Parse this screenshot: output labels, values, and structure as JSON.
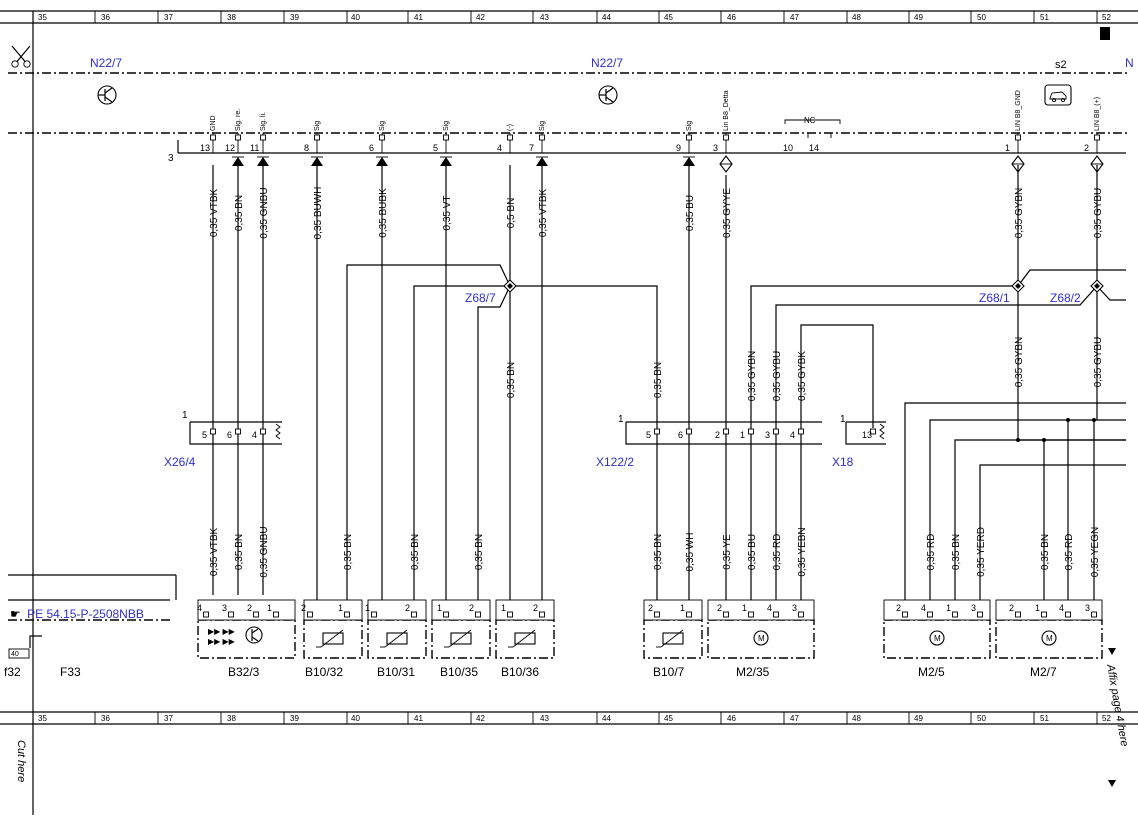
{
  "grid": {
    "columns": [
      "35",
      "36",
      "37",
      "38",
      "39",
      "40",
      "41",
      "42",
      "43",
      "44",
      "45",
      "46",
      "47",
      "48",
      "49",
      "50",
      "51",
      "52"
    ]
  },
  "sheet": {
    "cut_label": "Cut here",
    "affix_label": "Affix page 4 here",
    "reference": "PE 54.15-P-2508NBB",
    "f33_label": "F33",
    "f32_label": "f32",
    "f32_pin": "40",
    "s2_label": "s2"
  },
  "modules": {
    "left": "N22/7",
    "center": "N22/7",
    "right_partial": "N",
    "connector_number": "3"
  },
  "n22_pins": [
    {
      "num": "13",
      "sig": "GND"
    },
    {
      "num": "12",
      "sig": "Sig. re."
    },
    {
      "num": "11",
      "sig": "Sig. li."
    },
    {
      "num": "8",
      "sig": "Sig"
    },
    {
      "num": "6",
      "sig": "Sig"
    },
    {
      "num": "5",
      "sig": "Sig"
    },
    {
      "num": "4",
      "sig": "(-)"
    },
    {
      "num": "7",
      "sig": "Sig"
    },
    {
      "num": "9",
      "sig": "Sig"
    },
    {
      "num": "3",
      "sig": "Lin B8_Detta"
    },
    {
      "num": "10",
      "sig": ""
    },
    {
      "num": "14",
      "sig": ""
    },
    {
      "num": "1",
      "sig": "LIN B8_GND"
    },
    {
      "num": "2",
      "sig": "LIN B8_(+)"
    }
  ],
  "nc_label": "NC",
  "wires_top": [
    "0,35 VTBK",
    "0,35 BN",
    "0,35 GNBU",
    "0,35 BUWH",
    "0,35 BUBK",
    "0,35 VT",
    "0,5 BN",
    "0,35 VTBK",
    "0,35 BU",
    "0,35 GYYE",
    "0,35 GYBN",
    "0,35 GYBU"
  ],
  "splices": [
    "Z68/7",
    "Z68/1",
    "Z68/2"
  ],
  "wires_mid": [
    "0,35 BN",
    "0,35 BN",
    "0,35 GYBN",
    "0,35 GYBU",
    "0,35 GYBK",
    "0,35 GYBN",
    "0,35 GYBU"
  ],
  "connectors": [
    {
      "name": "X26/4",
      "id": "1",
      "pins": [
        "5",
        "6",
        "4"
      ]
    },
    {
      "name": "X122/2",
      "id": "1",
      "pins": [
        "5",
        "6",
        "2",
        "1",
        "3",
        "4"
      ]
    },
    {
      "name": "X18",
      "id": "1",
      "pins": [
        "13"
      ]
    }
  ],
  "wires_bottom": [
    "0,35 VTBK",
    "0,35 BN",
    "0,35 GNBU",
    "0,35 BN",
    "0,35 BN",
    "0,35 BN",
    "0,35 BN",
    "0,35 WH",
    "0,35 YE",
    "0,35 BU",
    "0,35 RD",
    "0,35 YEBN",
    "0,35 RD",
    "0,35 BN",
    "0,35 YERD",
    "0,35 BN",
    "0,35 RD",
    "0,35 YEGN"
  ],
  "components": [
    {
      "name": "B32/3",
      "pins": [
        "4",
        "3",
        "2",
        "1"
      ]
    },
    {
      "name": "B10/32",
      "pins": [
        "2",
        "1"
      ]
    },
    {
      "name": "B10/31",
      "pins": [
        "1",
        "2"
      ]
    },
    {
      "name": "B10/35",
      "pins": [
        "1",
        "2"
      ]
    },
    {
      "name": "B10/36",
      "pins": [
        "1",
        "2"
      ]
    },
    {
      "name": "B10/7",
      "pins": [
        "2",
        "1"
      ]
    },
    {
      "name": "M2/35",
      "pins": [
        "2",
        "1",
        "4",
        "3"
      ]
    },
    {
      "name": "M2/5",
      "pins": [
        "2",
        "4",
        "1",
        "3"
      ]
    },
    {
      "name": "M2/7",
      "pins": [
        "2",
        "1",
        "4",
        "3"
      ]
    }
  ]
}
